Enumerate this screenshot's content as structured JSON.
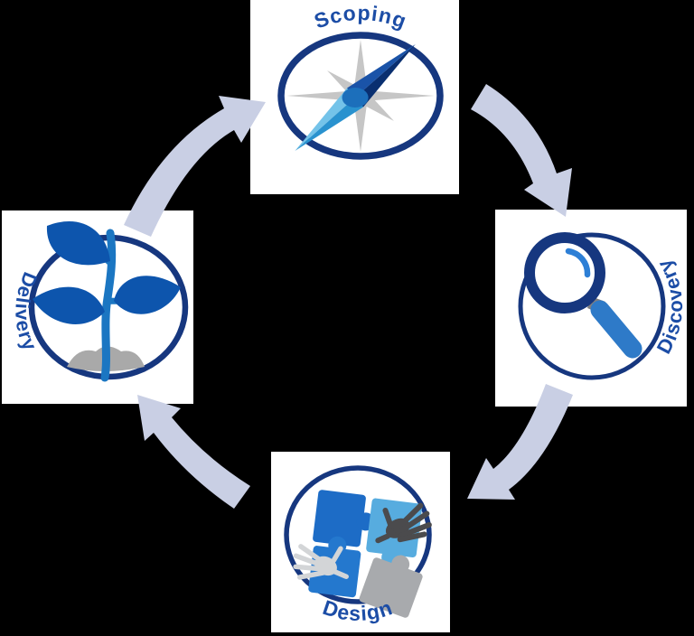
{
  "diagram": {
    "type": "cycle",
    "background": "#000000",
    "tile_background": "#ffffff",
    "stages": [
      {
        "label": "Scoping",
        "icon": "compass-icon",
        "position": "top"
      },
      {
        "label": "Discovery",
        "icon": "magnifying-glass-icon",
        "position": "right"
      },
      {
        "label": "Design",
        "icon": "puzzle-icon",
        "position": "bottom"
      },
      {
        "label": "Delivery",
        "icon": "seedling-icon",
        "position": "left"
      }
    ],
    "connections": [
      {
        "from": "Scoping",
        "to": "Discovery"
      },
      {
        "from": "Discovery",
        "to": "Design"
      },
      {
        "from": "Design",
        "to": "Delivery"
      },
      {
        "from": "Delivery",
        "to": "Scoping"
      }
    ],
    "colors": {
      "ring_navy": "#16377f",
      "label_blue": "#1c4da6",
      "arrow_lavender": "#c9cfe4",
      "star_gray": "#c6c6c6",
      "needle_dark_1": "#092f70",
      "needle_dark_2": "#1a53a8",
      "needle_light_1": "#74c3e9",
      "needle_light_2": "#2992cf",
      "needle_hub": "#1c6fbb",
      "magnifier_handle": "#2e7ac8",
      "magnifier_glint": "#2d7fd6",
      "connector_gray": "#7e7e80",
      "stem_blue": "#1b76c2",
      "leaf_blue": "#0d55ad",
      "soil_gray": "#a9a9a9",
      "puzzle_blue_dark": "#1d6cc6",
      "puzzle_blue_light": "#57acdf",
      "puzzle_blue_mid": "#2478ce",
      "puzzle_gray": "#a8aaad",
      "hand_dark": "#4b4b4d",
      "hand_light": "#d3d5d7"
    }
  }
}
